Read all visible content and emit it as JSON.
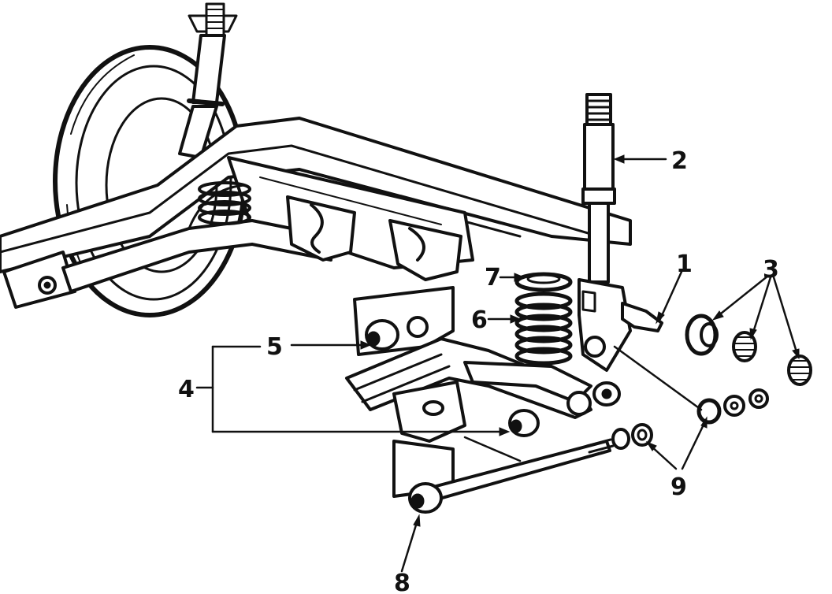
{
  "callouts": [
    {
      "id": "1",
      "text": "1"
    },
    {
      "id": "2",
      "text": "2"
    },
    {
      "id": "3",
      "text": "3"
    },
    {
      "id": "4",
      "text": "4"
    },
    {
      "id": "5",
      "text": "5"
    },
    {
      "id": "6a",
      "text": "6"
    },
    {
      "id": "7",
      "text": "7"
    },
    {
      "id": "8",
      "text": "8"
    },
    {
      "id": "9",
      "text": "9"
    }
  ],
  "colors": {
    "ink": "#111111",
    "paper": "#ffffff"
  }
}
